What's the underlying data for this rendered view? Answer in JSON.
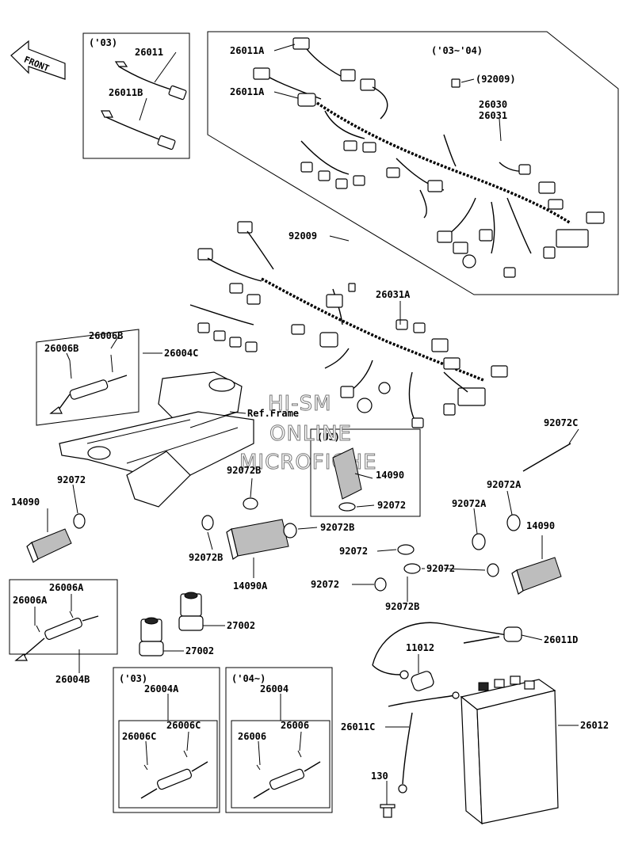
{
  "direction": "FRONT",
  "watermark": [
    "HI-SM",
    "ONLINE",
    "MICROFICHE"
  ],
  "groups": {
    "y03": "('03)",
    "y03_04": "('03~'04)",
    "us": "(US)",
    "y03_lower": "('03)",
    "y04": "('04~)"
  },
  "note": "Ref.Frame",
  "labels": {
    "p26011_top": "26011",
    "p26011B": "26011B",
    "p26011A_1": "26011A",
    "p26011A_2": "26011A",
    "p92009_top": "(92009)",
    "p26030": "26030",
    "p26031": "26031",
    "p92009": "92009",
    "p26031A": "26031A",
    "p26006B_1": "26006B",
    "p26006B_2": "26006B",
    "p26004C": "26004C",
    "p92072C": "92072C",
    "p92072_left": "92072",
    "p14090_left": "14090",
    "p92072B_top": "92072B",
    "p14090_us": "14090",
    "p92072_us": "92072",
    "p92072A_1": "92072A",
    "p92072A_2": "92072A",
    "p14090_right": "14090",
    "p92072B_right": "92072B",
    "p92072B_left": "92072B",
    "p92072_mid1": "92072",
    "p92072_mid2": "92072",
    "p92072_mid3": "92072",
    "p14090A": "14090A",
    "p92072B_bottom": "92072B",
    "p26006A_1": "26006A",
    "p26006A_2": "26006A",
    "p27002_1": "27002",
    "p27002_2": "27002",
    "p26004B": "26004B",
    "p11012": "11012",
    "p26011D": "26011D",
    "p26004A": "26004A",
    "p26006C_1": "26006C",
    "p26006C_2": "26006C",
    "p26004": "26004",
    "p26006_1": "26006",
    "p26006_2": "26006",
    "p26011C": "26011C",
    "p26012": "26012",
    "p130": "130"
  }
}
